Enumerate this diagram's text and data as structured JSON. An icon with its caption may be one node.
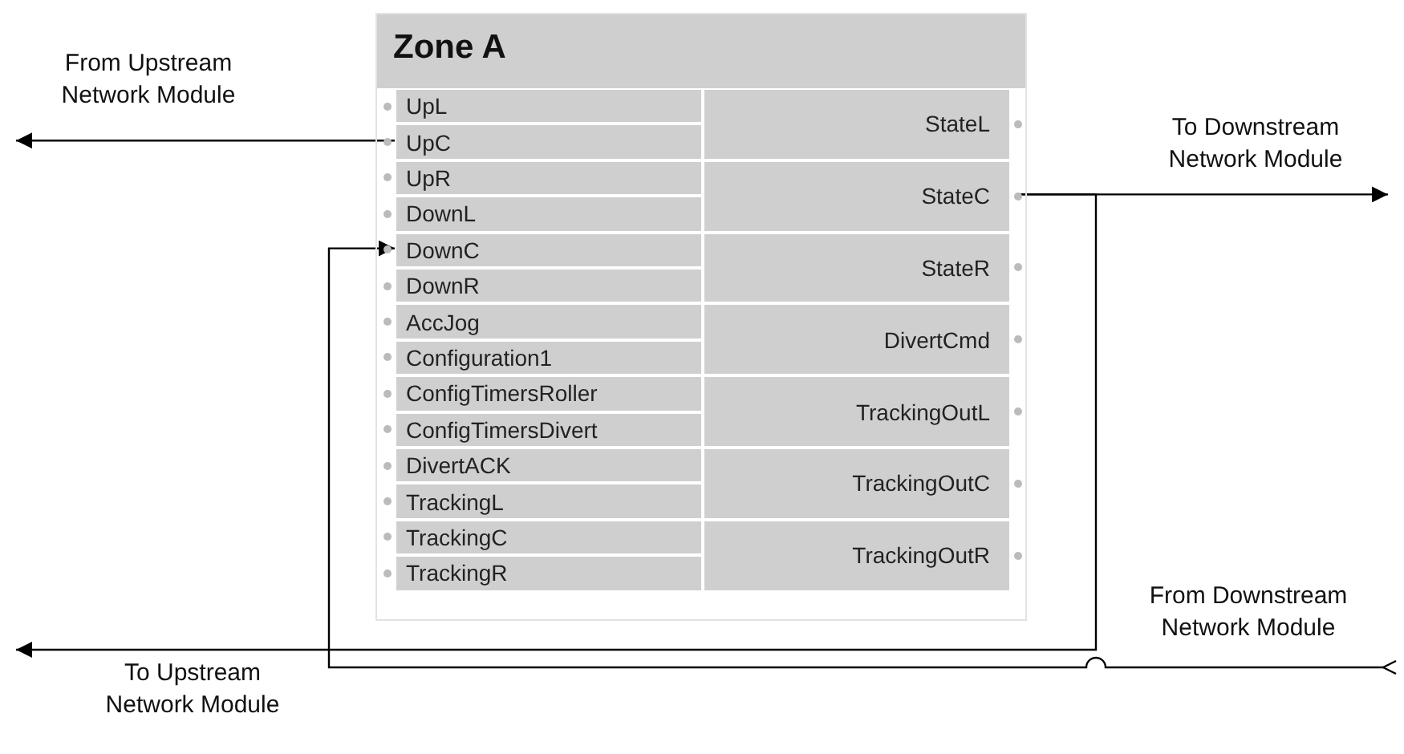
{
  "diagram": {
    "nodes": [
      {
        "text": [
          "Zone A"
        ]
      },
      {
        "text": [
          "UpL"
        ],
        "in": 0
      },
      {
        "text": [
          "UpC"
        ],
        "in": 0
      },
      {
        "text": [
          "UpR"
        ],
        "in": 0
      },
      {
        "text": [
          "DownL"
        ],
        "in": 0
      },
      {
        "text": [
          "DownC"
        ],
        "in": 0
      },
      {
        "text": [
          "DownR"
        ],
        "in": 0
      },
      {
        "text": [
          "AccJog"
        ],
        "in": 0
      },
      {
        "text": [
          "Configuration1"
        ],
        "in": 0
      },
      {
        "text": [
          "ConfigTimersRoller"
        ],
        "in": 0
      },
      {
        "text": [
          "ConfigTimersDivert"
        ],
        "in": 0
      },
      {
        "text": [
          "DivertACK"
        ],
        "in": 0
      },
      {
        "text": [
          "TrackingL"
        ],
        "in": 0
      },
      {
        "text": [
          "TrackingC"
        ],
        "in": 0
      },
      {
        "text": [
          "TrackingR"
        ],
        "in": 0
      },
      {
        "text": [
          "StateL"
        ],
        "in": 0
      },
      {
        "text": [
          "StateC"
        ],
        "in": 0
      },
      {
        "text": [
          "StateR"
        ],
        "in": 0
      },
      {
        "text": [
          "DivertCmd"
        ],
        "in": 0
      },
      {
        "text": [
          "TrackingOutL"
        ],
        "in": 0
      },
      {
        "text": [
          "TrackingOutC"
        ],
        "in": 0
      },
      {
        "text": [
          "TrackingOutR"
        ],
        "in": 0
      },
      {
        "text": [
          "From Upstream Network Module"
        ]
      },
      {
        "text": [
          "To Downstream Network Module"
        ]
      },
      {
        "text": [
          "From Downstream Network Module"
        ]
      },
      {
        "text": [
          "To Upstream Network Module"
        ]
      }
    ],
    "edges": [
      {
        "from": 2,
        "to": 22,
        "arrow": "to"
      },
      {
        "from": 16,
        "to": 23,
        "arrow": "to"
      },
      {
        "from": 16,
        "to": 25,
        "arrow": "to"
      },
      {
        "from": 24,
        "to": 5,
        "arrow": "to"
      }
    ]
  }
}
